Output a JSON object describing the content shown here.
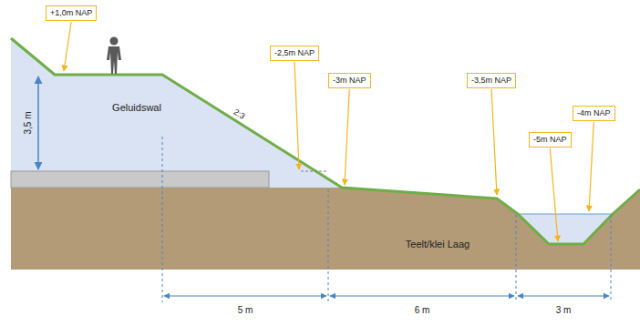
{
  "diagram": {
    "nodes": [
      {
        "text": [
          "+1,0m NAP"
        ]
      },
      {
        "text": [
          "-2,5m NAP"
        ]
      },
      {
        "text": [
          "-3m NAP"
        ]
      },
      {
        "text": [
          "-3,5m NAP"
        ]
      },
      {
        "text": [
          "-5m NAP"
        ]
      },
      {
        "text": [
          "-4m NAP"
        ]
      }
    ],
    "labels": [
      "3,5 m",
      "Geluidswal",
      "2:3",
      "Teelt/klei Laag",
      "5 m",
      "6 m",
      "3 m"
    ]
  }
}
